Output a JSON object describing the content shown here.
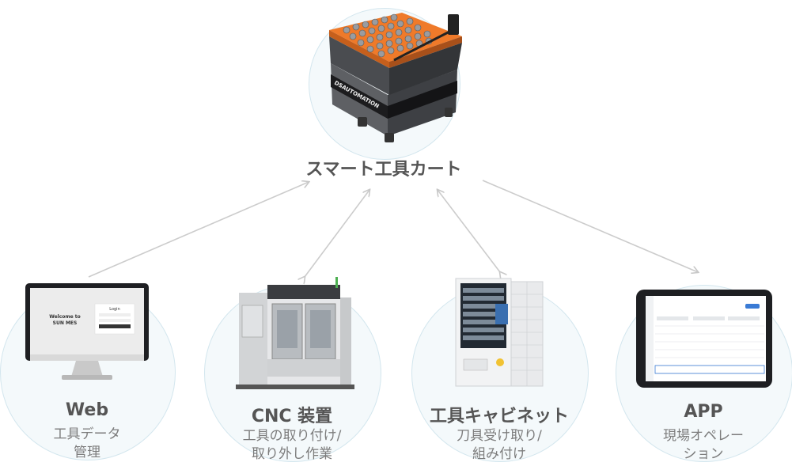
{
  "center": {
    "title": "スマート工具カート",
    "cart_brand": "DSAUTOMATION"
  },
  "nodes": [
    {
      "id": "web",
      "title": "Web",
      "subtitle_line1": "工具データ",
      "subtitle_line2": "管理",
      "screen": {
        "welcome_line1": "Welcome to",
        "welcome_line2": "SUN MES",
        "login_title": "Login"
      }
    },
    {
      "id": "cnc",
      "title": "CNC 装置",
      "subtitle_line1": "工具の取り付け/",
      "subtitle_line2": "取り外し作業"
    },
    {
      "id": "cabinet",
      "title": "工具キャビネット",
      "subtitle_line1": "刀具受け取り/",
      "subtitle_line2": "組み付け"
    },
    {
      "id": "app",
      "title": "APP",
      "subtitle_line1": "現場オペレー",
      "subtitle_line2": "ション"
    }
  ],
  "colors": {
    "accent_orange": "#ef7a2a",
    "circle_fill": "#f4f9fb",
    "arrow": "#cccccc"
  }
}
